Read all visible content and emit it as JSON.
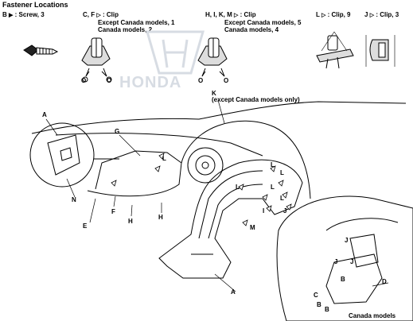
{
  "header": {
    "title": "Fastener Locations"
  },
  "fasteners": [
    {
      "marker": "B",
      "symbol": "▶",
      "text": ": Screw, 3",
      "sub1": "",
      "sub2": ""
    },
    {
      "marker": "C, F",
      "symbol": "▷",
      "text": ": Clip",
      "sub1": "Except Canada models, 1",
      "sub2": "Canada models, 2"
    },
    {
      "marker": "H, I, K, M",
      "symbol": "▷",
      "text": ": Clip",
      "sub1": "Except Canada models, 5",
      "sub2": "Canada models, 4"
    },
    {
      "marker": "L",
      "symbol": "▷",
      "text": ": Clip, 9",
      "sub1": "",
      "sub2": ""
    },
    {
      "marker": "J",
      "symbol": "▷",
      "text": ": Clip, 3",
      "sub1": "",
      "sub2": ""
    }
  ],
  "watermark": "HONDA",
  "clip_labels": {
    "o": "O"
  },
  "callouts": {
    "k_line1": "K",
    "k_line2": "(except Canada models only)",
    "a": "A",
    "g": "G",
    "n": "N",
    "e": "E",
    "f": "F",
    "h": "H",
    "l": "L",
    "m": "M",
    "i": "I",
    "j": "J",
    "c": "C",
    "b": "B",
    "d": "D",
    "canada_models": "Canada models"
  }
}
